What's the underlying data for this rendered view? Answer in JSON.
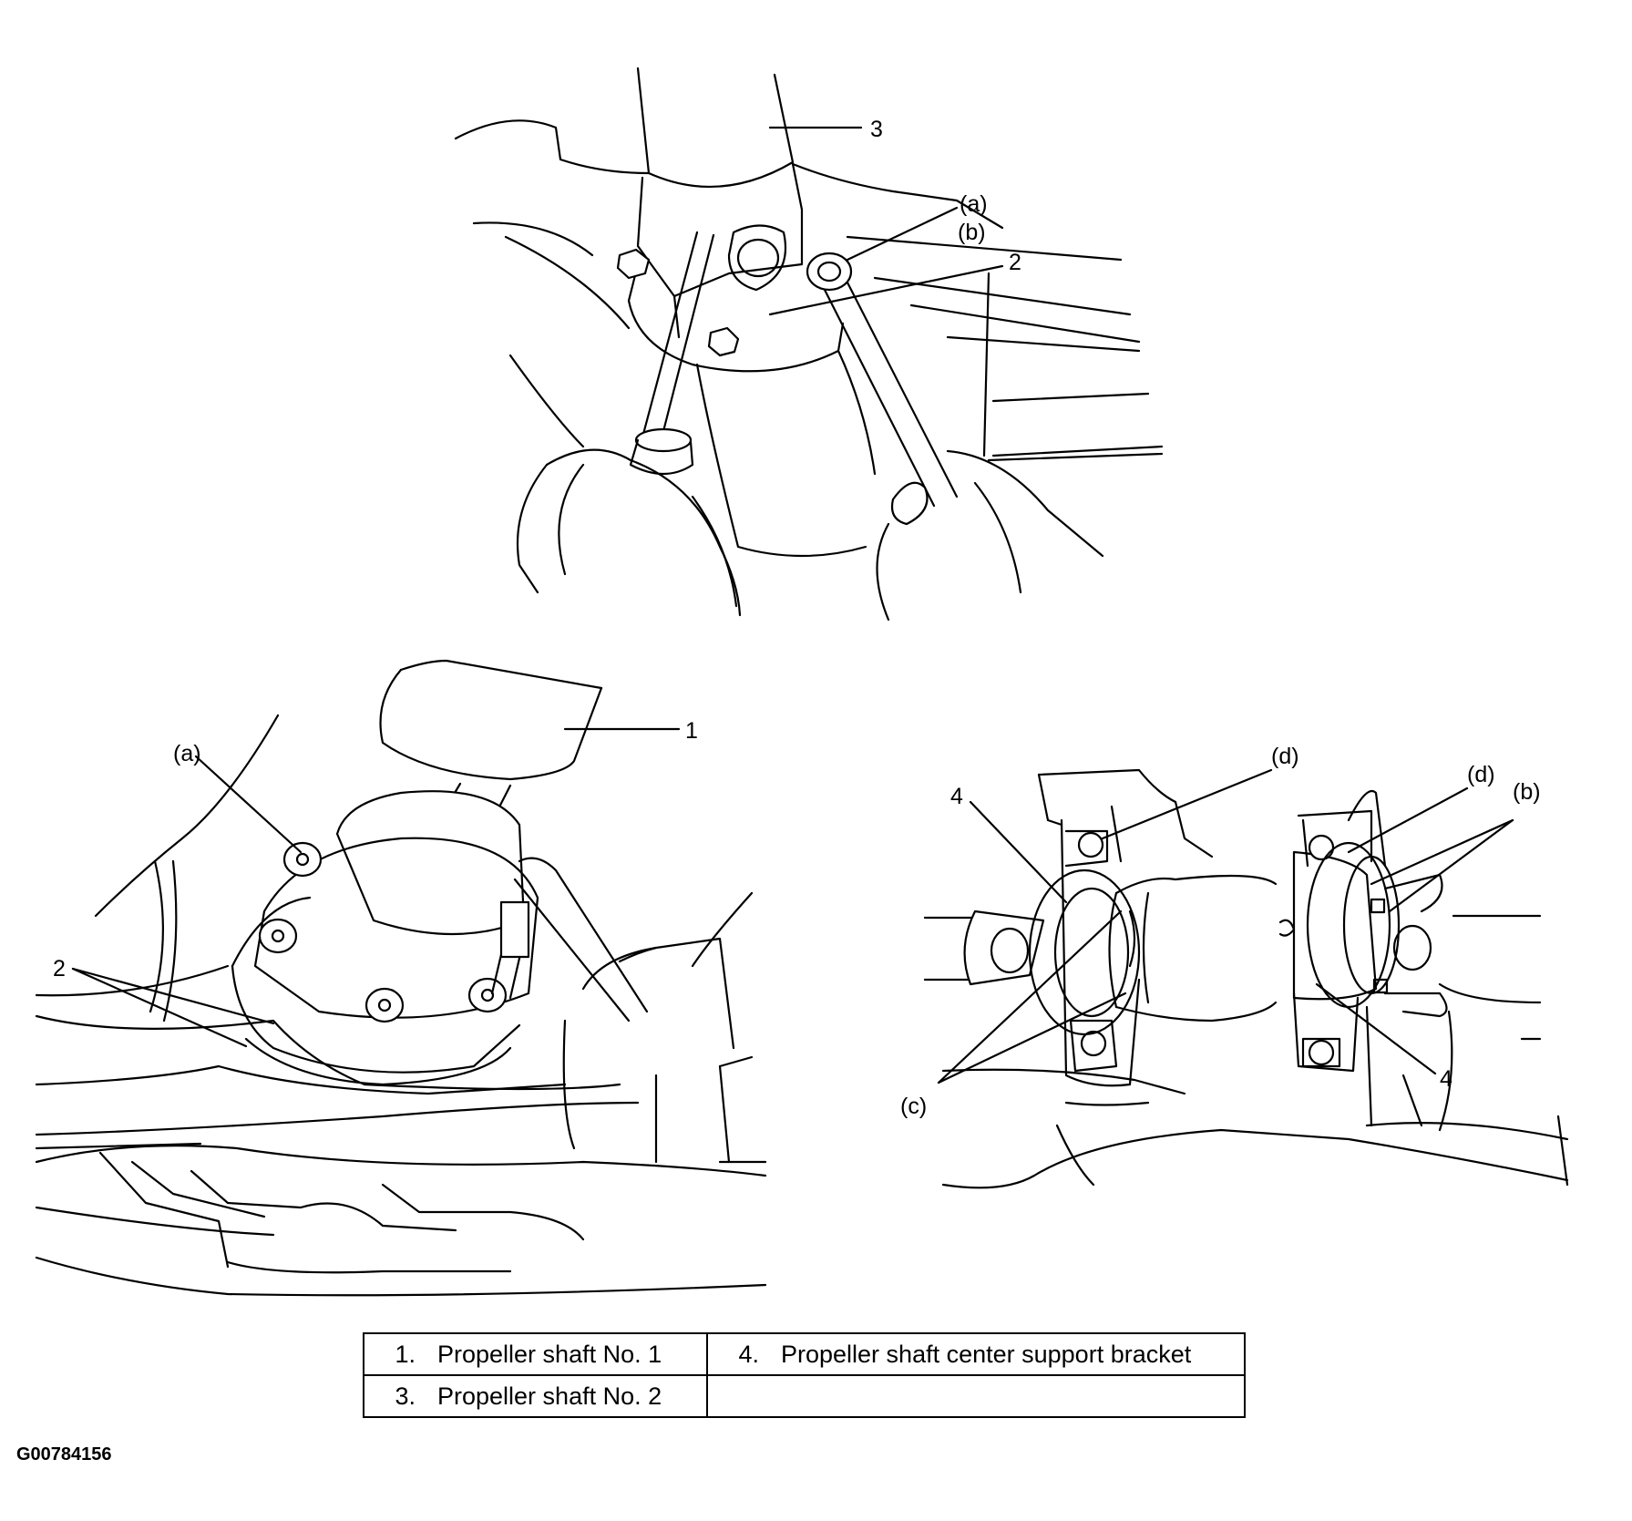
{
  "figure": {
    "top_view": {
      "callouts": [
        "3",
        "(a)",
        "(b)",
        "2"
      ]
    },
    "bottom_left_view": {
      "callouts": [
        "(a)",
        "1",
        "2"
      ]
    },
    "bottom_right_view": {
      "callouts": [
        "(d)",
        "(d)",
        "4",
        "(b)",
        "4",
        "(c)"
      ]
    }
  },
  "legend": {
    "rows": [
      {
        "left_num": "1.",
        "left_text": "Propeller shaft No. 1",
        "right_num": "4.",
        "right_text": "Propeller shaft center support bracket"
      },
      {
        "left_num": "3.",
        "left_text": "Propeller shaft No. 2",
        "right_num": "",
        "right_text": ""
      }
    ]
  },
  "figure_code": "G00784156"
}
